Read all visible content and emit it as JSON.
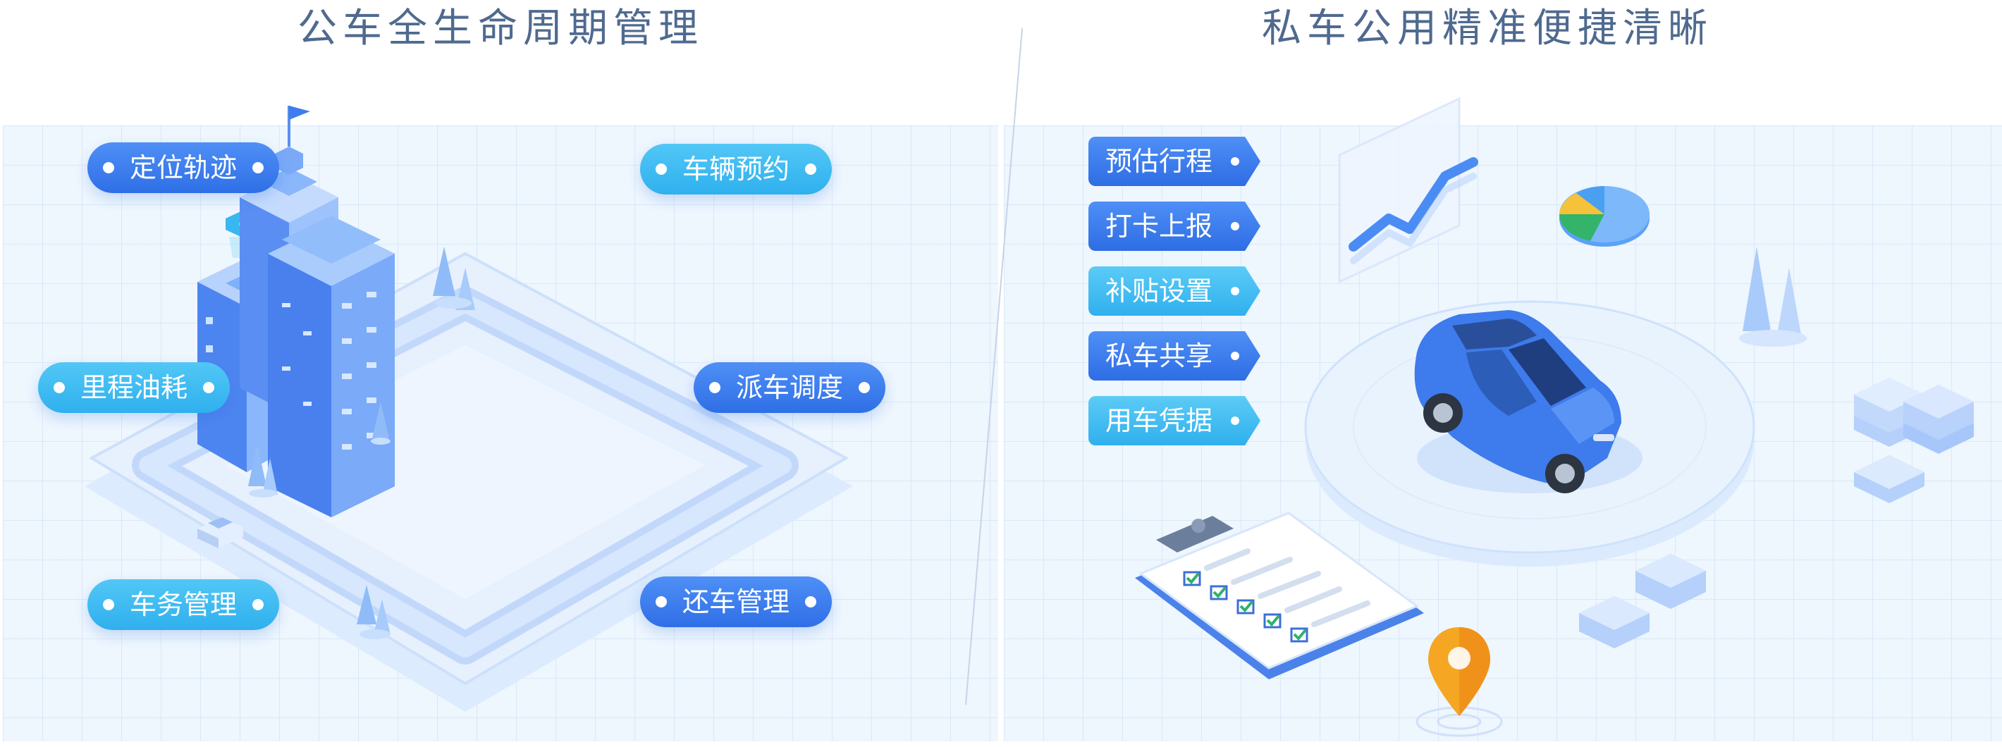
{
  "left": {
    "title": "公车全生命周期管理",
    "features": [
      {
        "label": "定位轨迹"
      },
      {
        "label": "车辆预约"
      },
      {
        "label": "里程油耗"
      },
      {
        "label": "派车调度"
      },
      {
        "label": "车务管理"
      },
      {
        "label": "还车管理"
      }
    ]
  },
  "right": {
    "title": "私车公用精准便捷清晰",
    "features": [
      {
        "label": "预估行程"
      },
      {
        "label": "打卡上报"
      },
      {
        "label": "补贴设置"
      },
      {
        "label": "私车共享"
      },
      {
        "label": "用车凭据"
      }
    ]
  },
  "colors": {
    "pill_blue": "#3a7cf0",
    "pill_cyan": "#3dbbf2",
    "title_text": "#4f6a8f",
    "panel_bg": "#eef6fe",
    "accent_orange": "#f5a623"
  },
  "icons": [
    "building-icon",
    "car-icon",
    "chart-icon",
    "pie-chart-icon",
    "clipboard-icon",
    "location-pin-icon",
    "tree-icon",
    "server-stack-icon"
  ]
}
